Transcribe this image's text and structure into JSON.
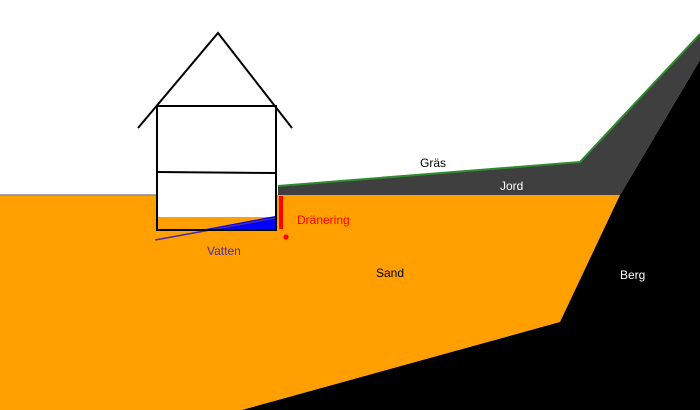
{
  "labels": {
    "grass": "Gräs",
    "soil": "Jord",
    "drainage": "Dränering",
    "water": "Vatten",
    "sand": "Sand",
    "rock": "Berg"
  },
  "colors": {
    "sky": "#ffffff",
    "sand": "#ffa000",
    "rock": "#000000",
    "soil": "#3f3f3f",
    "grass": "#2e8b2e",
    "drainage": "#ff0000",
    "water": "#0000ff",
    "water_label": "#4b2ba0",
    "house_outline": "#000000",
    "label_light": "#ffffff",
    "label_dark": "#000000"
  }
}
